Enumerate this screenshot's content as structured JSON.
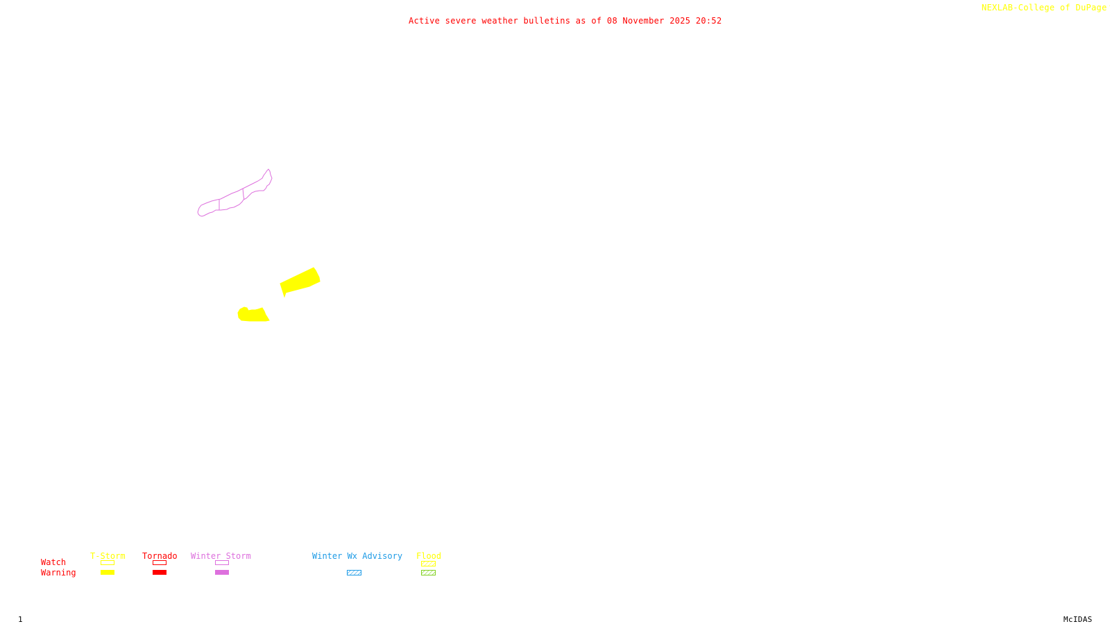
{
  "header": {
    "title": "Active severe weather bulletins as of 08 November 2025 20:52",
    "credit": "NEXLAB-College of DuPage",
    "credit_icon": "nexlab-logo-icon"
  },
  "footer": {
    "frame_number": "1",
    "software": "McIDAS"
  },
  "colors": {
    "title": "#ff0000",
    "credit": "#ffff00",
    "tstorm": "#ffff00",
    "tornado": "#ff0000",
    "winter_storm": "#dd70dd",
    "winter_wx_advisory": "#1e9be6",
    "flood_watch": "#ffff00",
    "flood_warning": "#80d020",
    "row_labels": "#ff0000"
  },
  "legend": {
    "row_labels": {
      "watch": "Watch",
      "warning": "Warning"
    },
    "categories": [
      {
        "id": "tstorm",
        "label": "T-Storm",
        "watch": "outline",
        "warning": "solid"
      },
      {
        "id": "tornado",
        "label": "Tornado",
        "watch": "outline",
        "warning": "solid"
      },
      {
        "id": "winter_storm",
        "label": "Winter Storm",
        "watch": "outline",
        "warning": "solid"
      },
      {
        "id": "winter_wx_advisory",
        "label": "Winter Wx Advisory",
        "watch": null,
        "warning": "hatched"
      },
      {
        "id": "flood",
        "label": "Flood",
        "watch": "hatched",
        "warning": "hatched"
      }
    ]
  },
  "map": {
    "features": [
      {
        "id": "winter-storm-warning-zone",
        "type": "Winter Storm",
        "status": "Watch",
        "style": "outline"
      },
      {
        "id": "tstorm-warning-polygon-1",
        "type": "T-Storm",
        "status": "Warning",
        "style": "solid"
      },
      {
        "id": "tstorm-warning-polygon-2",
        "type": "T-Storm",
        "status": "Warning",
        "style": "solid"
      }
    ]
  }
}
